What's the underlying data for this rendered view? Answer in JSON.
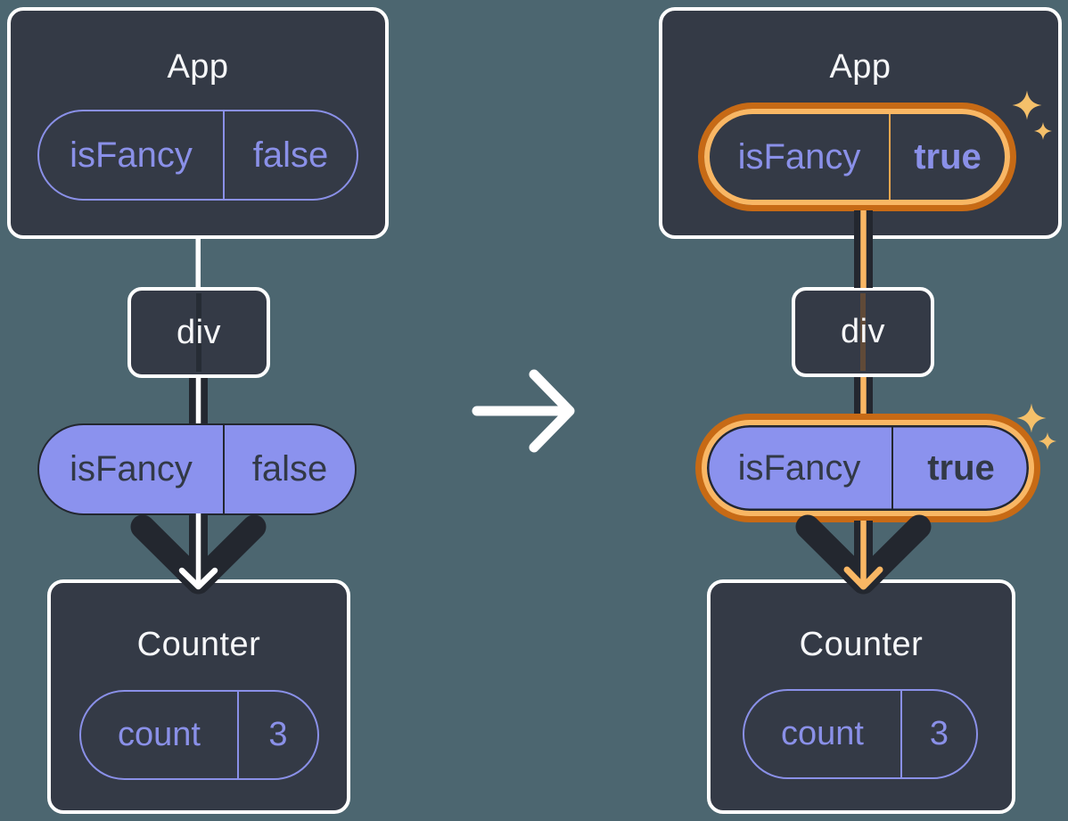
{
  "colors": {
    "background": "#4C6670",
    "card": "#343A46",
    "card_border": "#FFFFFF",
    "title_text": "#F6F7F9",
    "purple_outline": "#8A90E8",
    "purple_fill": "#8B92EE",
    "ink": "#23272F",
    "orange_dark": "#C76A15",
    "orange_light": "#F9B764",
    "sparkle": "#F5C06A",
    "arrow_white": "#FFFFFF"
  },
  "icons": {
    "sparkle_icon": "four-pointed-star",
    "transition_arrow_icon": "→"
  },
  "before": {
    "app": {
      "title": "App",
      "state_key": "isFancy",
      "state_value": "false"
    },
    "div": {
      "label": "div"
    },
    "prop": {
      "key": "isFancy",
      "value": "false"
    },
    "counter": {
      "title": "Counter",
      "state_key": "count",
      "state_value": "3"
    }
  },
  "after": {
    "app": {
      "title": "App",
      "state_key": "isFancy",
      "state_value": "true"
    },
    "div": {
      "label": "div"
    },
    "prop": {
      "key": "isFancy",
      "value": "true"
    },
    "counter": {
      "title": "Counter",
      "state_key": "count",
      "state_value": "3"
    }
  }
}
